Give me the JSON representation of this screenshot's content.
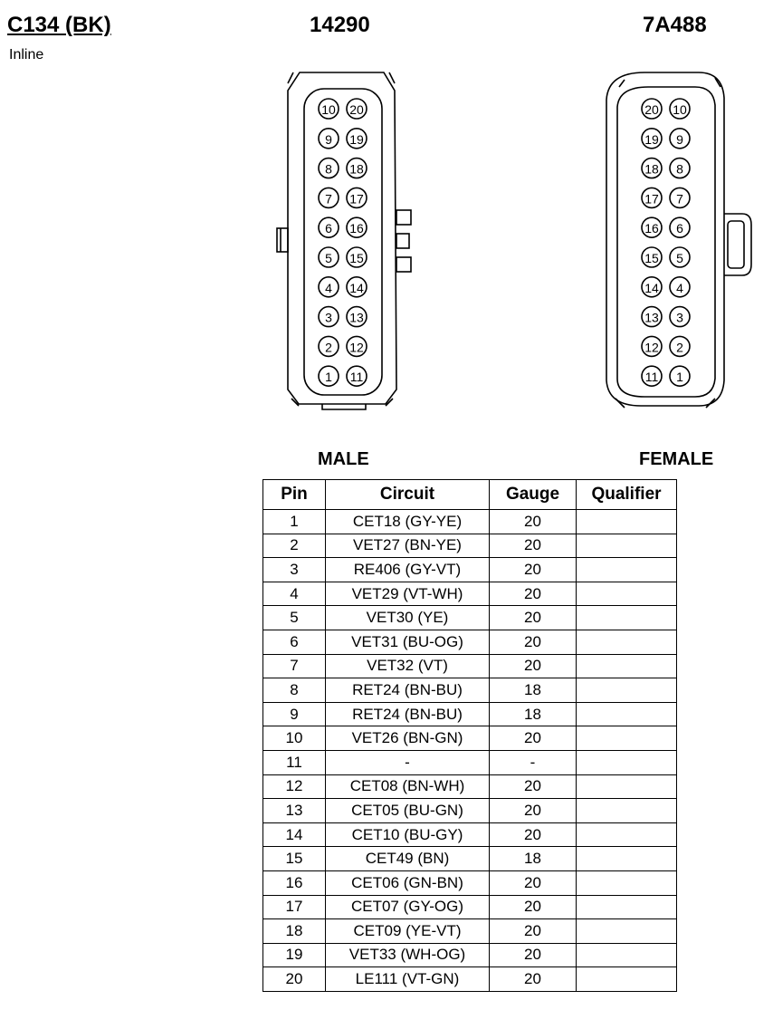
{
  "connector": {
    "name": "C134 (BK)",
    "location": "Inline",
    "male_part": "14290",
    "female_part": "7A488",
    "male_label": "MALE",
    "female_label": "FEMALE"
  },
  "male_pins": {
    "left_column": [
      "10",
      "9",
      "8",
      "7",
      "6",
      "5",
      "4",
      "3",
      "2",
      "1"
    ],
    "right_column": [
      "20",
      "19",
      "18",
      "17",
      "16",
      "15",
      "14",
      "13",
      "12",
      "11"
    ]
  },
  "female_pins": {
    "left_column": [
      "20",
      "19",
      "18",
      "17",
      "16",
      "15",
      "14",
      "13",
      "12",
      "11"
    ],
    "right_column": [
      "10",
      "9",
      "8",
      "7",
      "6",
      "5",
      "4",
      "3",
      "2",
      "1"
    ]
  },
  "table": {
    "headers": [
      "Pin",
      "Circuit",
      "Gauge",
      "Qualifier"
    ],
    "rows": [
      {
        "pin": "1",
        "circuit": "CET18 (GY-YE)",
        "gauge": "20",
        "qualifier": ""
      },
      {
        "pin": "2",
        "circuit": "VET27 (BN-YE)",
        "gauge": "20",
        "qualifier": ""
      },
      {
        "pin": "3",
        "circuit": "RE406 (GY-VT)",
        "gauge": "20",
        "qualifier": ""
      },
      {
        "pin": "4",
        "circuit": "VET29 (VT-WH)",
        "gauge": "20",
        "qualifier": ""
      },
      {
        "pin": "5",
        "circuit": "VET30 (YE)",
        "gauge": "20",
        "qualifier": ""
      },
      {
        "pin": "6",
        "circuit": "VET31 (BU-OG)",
        "gauge": "20",
        "qualifier": ""
      },
      {
        "pin": "7",
        "circuit": "VET32 (VT)",
        "gauge": "20",
        "qualifier": ""
      },
      {
        "pin": "8",
        "circuit": "RET24 (BN-BU)",
        "gauge": "18",
        "qualifier": ""
      },
      {
        "pin": "9",
        "circuit": "RET24 (BN-BU)",
        "gauge": "18",
        "qualifier": ""
      },
      {
        "pin": "10",
        "circuit": "VET26 (BN-GN)",
        "gauge": "20",
        "qualifier": ""
      },
      {
        "pin": "11",
        "circuit": "-",
        "gauge": "-",
        "qualifier": ""
      },
      {
        "pin": "12",
        "circuit": "CET08 (BN-WH)",
        "gauge": "20",
        "qualifier": ""
      },
      {
        "pin": "13",
        "circuit": "CET05 (BU-GN)",
        "gauge": "20",
        "qualifier": ""
      },
      {
        "pin": "14",
        "circuit": "CET10 (BU-GY)",
        "gauge": "20",
        "qualifier": ""
      },
      {
        "pin": "15",
        "circuit": "CET49 (BN)",
        "gauge": "18",
        "qualifier": ""
      },
      {
        "pin": "16",
        "circuit": "CET06 (GN-BN)",
        "gauge": "20",
        "qualifier": ""
      },
      {
        "pin": "17",
        "circuit": "CET07 (GY-OG)",
        "gauge": "20",
        "qualifier": ""
      },
      {
        "pin": "18",
        "circuit": "CET09 (YE-VT)",
        "gauge": "20",
        "qualifier": ""
      },
      {
        "pin": "19",
        "circuit": "VET33 (WH-OG)",
        "gauge": "20",
        "qualifier": ""
      },
      {
        "pin": "20",
        "circuit": "LE111 (VT-GN)",
        "gauge": "20",
        "qualifier": ""
      }
    ]
  }
}
